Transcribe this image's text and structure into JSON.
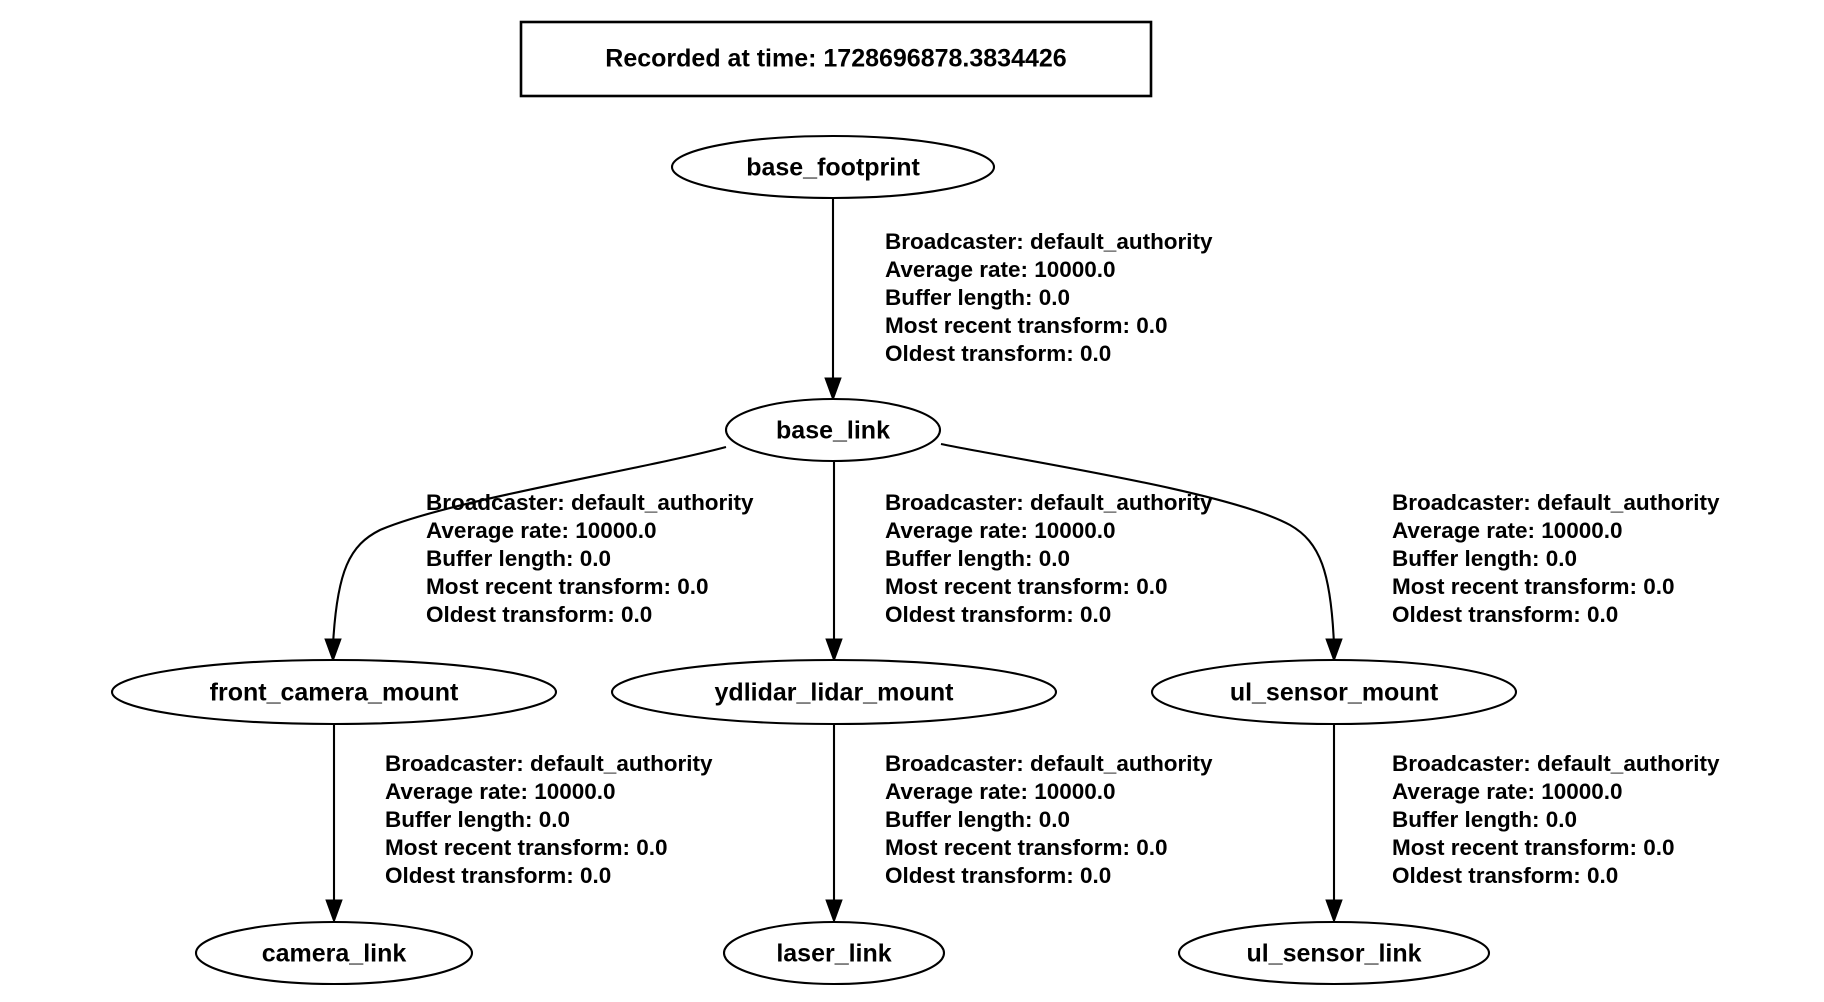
{
  "diagram": {
    "kind": "tf-tree",
    "background_color": "#ffffff",
    "line_color": "#000000",
    "title": {
      "text": "Recorded at time: 1728696878.3834426"
    },
    "nodes": {
      "base_footprint": {
        "label": "base_footprint"
      },
      "base_link": {
        "label": "base_link"
      },
      "front_camera_mount": {
        "label": "front_camera_mount"
      },
      "ydlidar_lidar_mount": {
        "label": "ydlidar_lidar_mount"
      },
      "ul_sensor_mount": {
        "label": "ul_sensor_mount"
      },
      "camera_link": {
        "label": "camera_link"
      },
      "laser_link": {
        "label": "laser_link"
      },
      "ul_sensor_link": {
        "label": "ul_sensor_link"
      }
    },
    "edges": {
      "base_footprint__base_link": {
        "from": "base_footprint",
        "to": "base_link",
        "line1": "Broadcaster: default_authority",
        "line2": "Average rate: 10000.0",
        "line3": "Buffer length: 0.0",
        "line4": "Most recent transform: 0.0",
        "line5": "Oldest transform: 0.0"
      },
      "base_link__front_camera_mount": {
        "from": "base_link",
        "to": "front_camera_mount",
        "line1": "Broadcaster: default_authority",
        "line2": "Average rate: 10000.0",
        "line3": "Buffer length: 0.0",
        "line4": "Most recent transform: 0.0",
        "line5": "Oldest transform: 0.0"
      },
      "base_link__ydlidar_lidar_mount": {
        "from": "base_link",
        "to": "ydlidar_lidar_mount",
        "line1": "Broadcaster: default_authority",
        "line2": "Average rate: 10000.0",
        "line3": "Buffer length: 0.0",
        "line4": "Most recent transform: 0.0",
        "line5": "Oldest transform: 0.0"
      },
      "base_link__ul_sensor_mount": {
        "from": "base_link",
        "to": "ul_sensor_mount",
        "line1": "Broadcaster: default_authority",
        "line2": "Average rate: 10000.0",
        "line3": "Buffer length: 0.0",
        "line4": "Most recent transform: 0.0",
        "line5": "Oldest transform: 0.0"
      },
      "front_camera_mount__camera_link": {
        "from": "front_camera_mount",
        "to": "camera_link",
        "line1": "Broadcaster: default_authority",
        "line2": "Average rate: 10000.0",
        "line3": "Buffer length: 0.0",
        "line4": "Most recent transform: 0.0",
        "line5": "Oldest transform: 0.0"
      },
      "ydlidar_lidar_mount__laser_link": {
        "from": "ydlidar_lidar_mount",
        "to": "laser_link",
        "line1": "Broadcaster: default_authority",
        "line2": "Average rate: 10000.0",
        "line3": "Buffer length: 0.0",
        "line4": "Most recent transform: 0.0",
        "line5": "Oldest transform: 0.0"
      },
      "ul_sensor_mount__ul_sensor_link": {
        "from": "ul_sensor_mount",
        "to": "ul_sensor_link",
        "line1": "Broadcaster: default_authority",
        "line2": "Average rate: 10000.0",
        "line3": "Buffer length: 0.0",
        "line4": "Most recent transform: 0.0",
        "line5": "Oldest transform: 0.0"
      }
    }
  }
}
